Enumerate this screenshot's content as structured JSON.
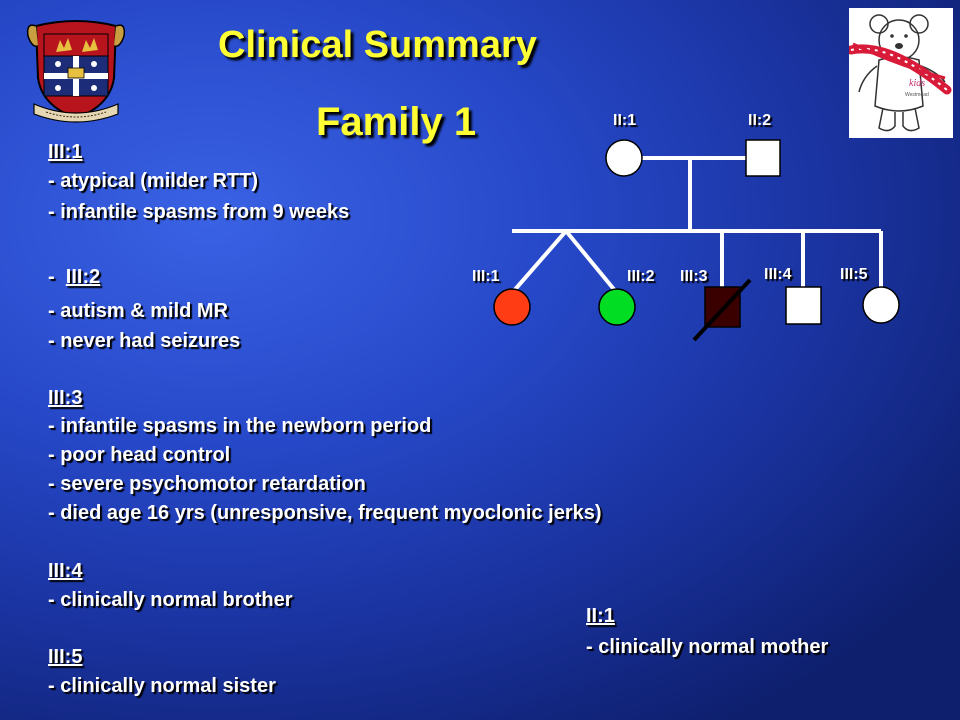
{
  "slide": {
    "title": "Clinical Summary",
    "subtitle": "Family 1"
  },
  "notes": {
    "iii1_head": "III:1",
    "iii1_l1": "-  atypical (milder RTT)",
    "iii1_l2": "- infantile spasms from 9 weeks",
    "iii2_dash": "-  ",
    "iii2_head": "III:2",
    "iii2_l1": "-  autism & mild MR",
    "iii2_l2": "- never had seizures",
    "iii3_head": "III:3",
    "iii3_l1": "- infantile spasms in the newborn period",
    "iii3_l2": "- poor head control",
    "iii3_l3": "- severe psychomotor retardation",
    "iii3_l4": "- died age 16 yrs (unresponsive, frequent myoclonic jerks)",
    "iii4_head": "III:4",
    "iii4_l1": "- clinically normal brother",
    "iii5_head": "III:5",
    "iii5_l1": "- clinically normal sister",
    "ii1_head": "II:1",
    "ii1_l1": "-  clinically normal mother"
  },
  "pedigree": {
    "labels": {
      "ii1": "II:1",
      "ii2": "II:2",
      "iii1": "III:1",
      "iii2": "III:2",
      "iii3": "III:3",
      "iii4": "III:4",
      "iii5": "III:5"
    },
    "colors": {
      "iii1": "#ff3c14",
      "iii2": "#00dd22",
      "iii3": "#3a0000",
      "unaffected": "#ffffff"
    }
  },
  "logo": {
    "text_kids": "kids",
    "text_sub": "Westmead"
  },
  "crest": {
    "motto": "SIDERE MENS EADEM MUTATO"
  }
}
